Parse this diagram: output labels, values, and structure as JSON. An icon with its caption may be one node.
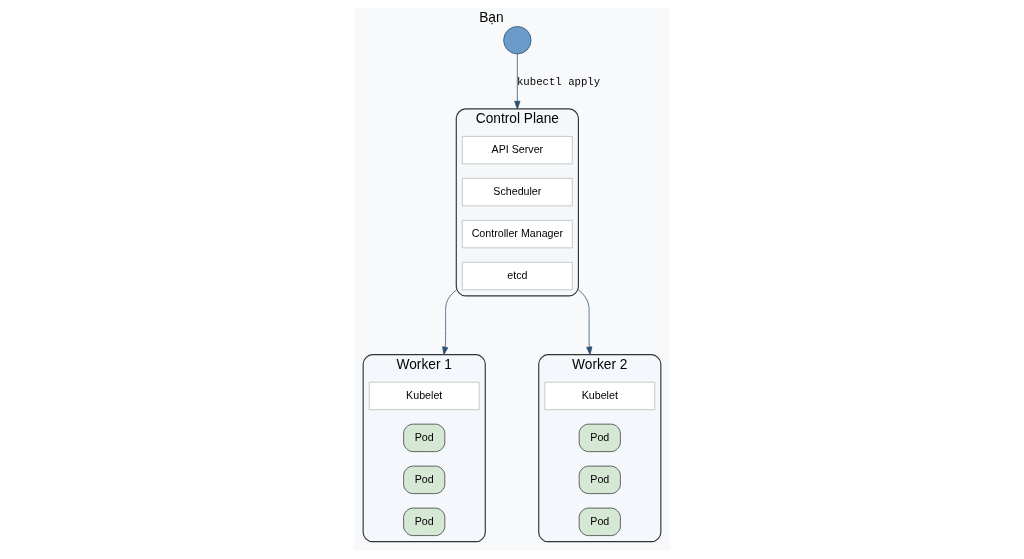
{
  "diagram": {
    "nodes": [
      {
        "text": [],
        "shape": "person",
        "beside": [
          "Bạn"
        ]
      },
      {
        "text": [
          "Control Plane"
        ]
      },
      {
        "text": [
          "API Server"
        ],
        "in": 1
      },
      {
        "text": [
          "Scheduler"
        ],
        "in": 1
      },
      {
        "text": [
          "Controller Manager"
        ],
        "in": 1
      },
      {
        "text": [
          "etcd"
        ],
        "in": 1
      },
      {
        "text": [
          "Worker 1"
        ]
      },
      {
        "text": [
          "Kubelet"
        ],
        "in": 6
      },
      {
        "text": [
          "Pod"
        ],
        "in": 6
      },
      {
        "text": [
          "Pod"
        ],
        "in": 6
      },
      {
        "text": [
          "Pod"
        ],
        "in": 6
      },
      {
        "text": [
          "Worker 2"
        ]
      },
      {
        "text": [
          "Kubelet"
        ],
        "in": 11
      },
      {
        "text": [
          "Pod"
        ],
        "in": 11
      },
      {
        "text": [
          "Pod"
        ],
        "in": 11
      },
      {
        "text": [
          "Pod"
        ],
        "in": 11
      }
    ],
    "edges": [
      {
        "from": 0,
        "to": 1,
        "arrow": "to",
        "label": "kubectl apply"
      },
      {
        "from": 1,
        "to": 6,
        "arrow": "to"
      },
      {
        "from": 1,
        "to": 11,
        "arrow": "to"
      }
    ]
  }
}
